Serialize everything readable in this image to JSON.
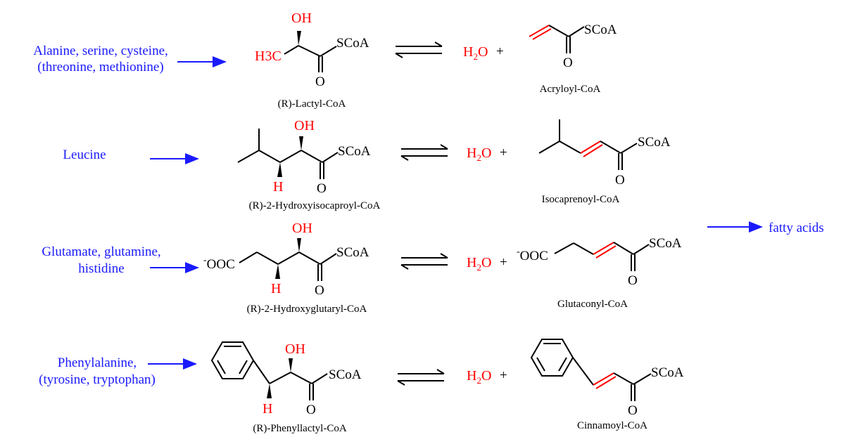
{
  "reactions": [
    {
      "precursor": [
        "Alanine, serine, cysteine,",
        "(threonine, methionine)"
      ],
      "hydroxy_name": "(R)-Lactyl-CoA",
      "enoyl_name": "Acryloyl-CoA"
    },
    {
      "precursor": [
        "Leucine"
      ],
      "hydroxy_name": "(R)-2-Hydroxyisocaproyl-CoA",
      "enoyl_name": "Isocaprenoyl-CoA"
    },
    {
      "precursor": [
        "Glutamate, glutamine,",
        "histidine"
      ],
      "hydroxy_name": "(R)-2-Hydroxyglutaryl-CoA",
      "enoyl_name": "Glutaconyl-CoA"
    },
    {
      "precursor": [
        "Phenylalanine,",
        "(tyrosine, tryptophan)"
      ],
      "hydroxy_name": "(R)-Phenyllactyl-CoA",
      "enoyl_name": "Cinnamoyl-CoA"
    }
  ],
  "labels": {
    "oh": "OH",
    "h": "H",
    "o": "O",
    "scoa": "SCoA",
    "h3c": "H3C",
    "ooc": "OOC",
    "water": "H2O",
    "plus": "+",
    "product": "fatty acids"
  },
  "colors": {
    "precursor_text": "#1a1aff",
    "highlight": "#ff0000",
    "structure": "#000000"
  }
}
